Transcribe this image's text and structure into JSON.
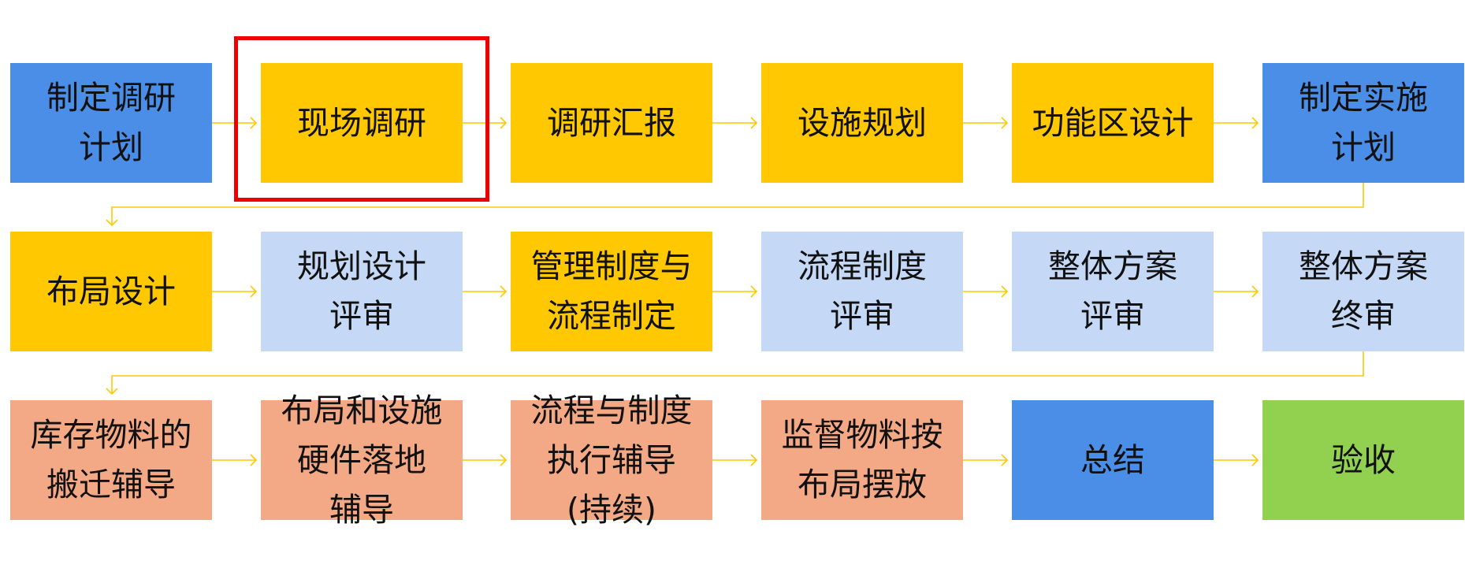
{
  "colors": {
    "blue": "#4a8ee8",
    "yellow": "#ffc800",
    "light_blue": "#c5d9f6",
    "salmon": "#f4a986",
    "green": "#92d050",
    "connector": "#ffc800",
    "highlight": "#ee0000"
  },
  "steps": {
    "s1": {
      "text": "制定调研\n计划",
      "color": "blue"
    },
    "s2": {
      "text": "现场调研",
      "color": "yellow"
    },
    "s3": {
      "text": "调研汇报",
      "color": "yellow"
    },
    "s4": {
      "text": "设施规划",
      "color": "yellow"
    },
    "s5": {
      "text": "功能区设计",
      "color": "yellow"
    },
    "s6": {
      "text": "制定实施\n计划",
      "color": "blue"
    },
    "s7": {
      "text": "布局设计",
      "color": "yellow"
    },
    "s8": {
      "text": "规划设计\n评审",
      "color": "light_blue"
    },
    "s9": {
      "text": "管理制度与\n流程制定",
      "color": "yellow"
    },
    "s10": {
      "text": "流程制度\n评审",
      "color": "light_blue"
    },
    "s11": {
      "text": "整体方案\n评审",
      "color": "light_blue"
    },
    "s12": {
      "text": "整体方案\n终审",
      "color": "light_blue"
    },
    "s13": {
      "text": "库存物料的\n搬迁辅导",
      "color": "salmon"
    },
    "s14": {
      "text": "布局和设施\n硬件落地\n辅导",
      "color": "salmon"
    },
    "s15": {
      "text": "流程与制度\n执行辅导\n(持续)",
      "color": "salmon"
    },
    "s16": {
      "text": "监督物料按\n布局摆放",
      "color": "salmon"
    },
    "s17": {
      "text": "总结",
      "color": "blue"
    },
    "s18": {
      "text": "验收",
      "color": "green"
    }
  },
  "highlighted_step": "s2"
}
